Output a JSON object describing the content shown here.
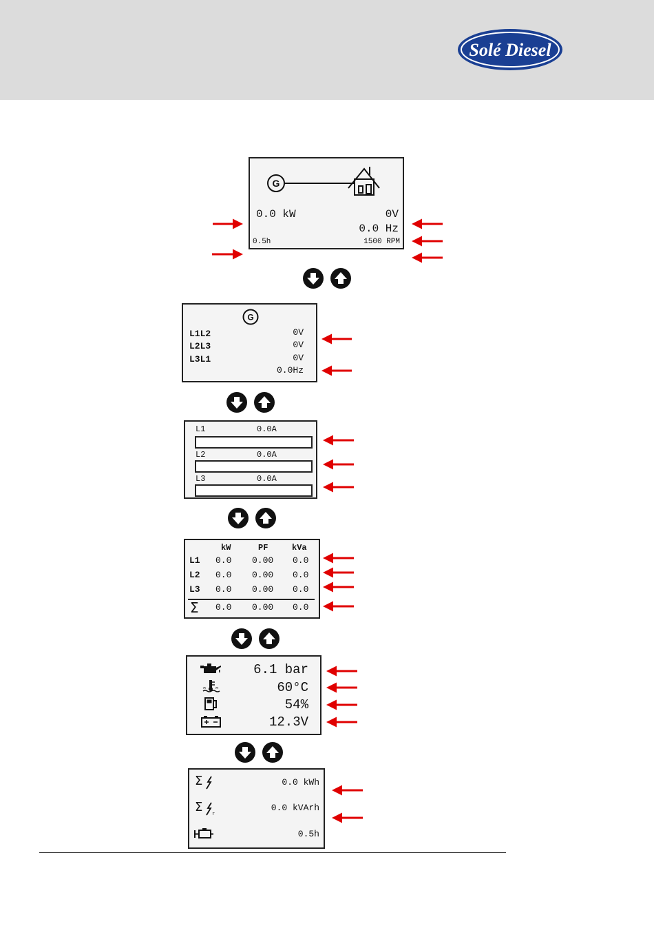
{
  "brand": {
    "logo_text": "Solé Diesel"
  },
  "screen1": {
    "power": "0.0 kW",
    "voltage": "0V",
    "frequency": "0.0 Hz",
    "hours": "0.5h",
    "rpm": "1500 RPM",
    "gen_symbol": "G"
  },
  "screen2": {
    "gen_symbol": "G",
    "rows": [
      {
        "label": "L1L2",
        "value": "0V"
      },
      {
        "label": "L2L3",
        "value": "0V"
      },
      {
        "label": "L3L1",
        "value": "0V"
      }
    ],
    "frequency": "0.0Hz"
  },
  "screen3": {
    "rows": [
      {
        "label": "L1",
        "value": "0.0A",
        "level": 0
      },
      {
        "label": "L2",
        "value": "0.0A",
        "level": 0
      },
      {
        "label": "L3",
        "value": "0.0A",
        "level": 0
      }
    ]
  },
  "screen4": {
    "headers": [
      "kW",
      "PF",
      "kVa"
    ],
    "rows": [
      {
        "label": "L1",
        "kw": "0.0",
        "pf": "0.00",
        "kva": "0.0"
      },
      {
        "label": "L2",
        "kw": "0.0",
        "pf": "0.00",
        "kva": "0.0"
      },
      {
        "label": "L3",
        "kw": "0.0",
        "pf": "0.00",
        "kva": "0.0"
      }
    ],
    "total": {
      "label": "Σ",
      "kw": "0.0",
      "pf": "0.00",
      "kva": "0.0"
    }
  },
  "screen5": {
    "oil_pressure": "6.1 bar",
    "coolant_temp": "60°C",
    "fuel_level": "54%",
    "battery": "12.3V",
    "icons": [
      "oil-can-icon",
      "coolant-temperature-icon",
      "fuel-pump-icon",
      "battery-icon"
    ]
  },
  "screen6": {
    "active_energy": "0.0 kWh",
    "reactive_energy": "0.0 kVArh",
    "engine_hours": "0.5h",
    "sigma": "Σ",
    "reactive_sub": "r"
  },
  "colors": {
    "header_bg": "#dcdcdc",
    "logo_blue": "#1a3f93",
    "arrow_red": "#e00000",
    "lcd_border": "#222222"
  }
}
